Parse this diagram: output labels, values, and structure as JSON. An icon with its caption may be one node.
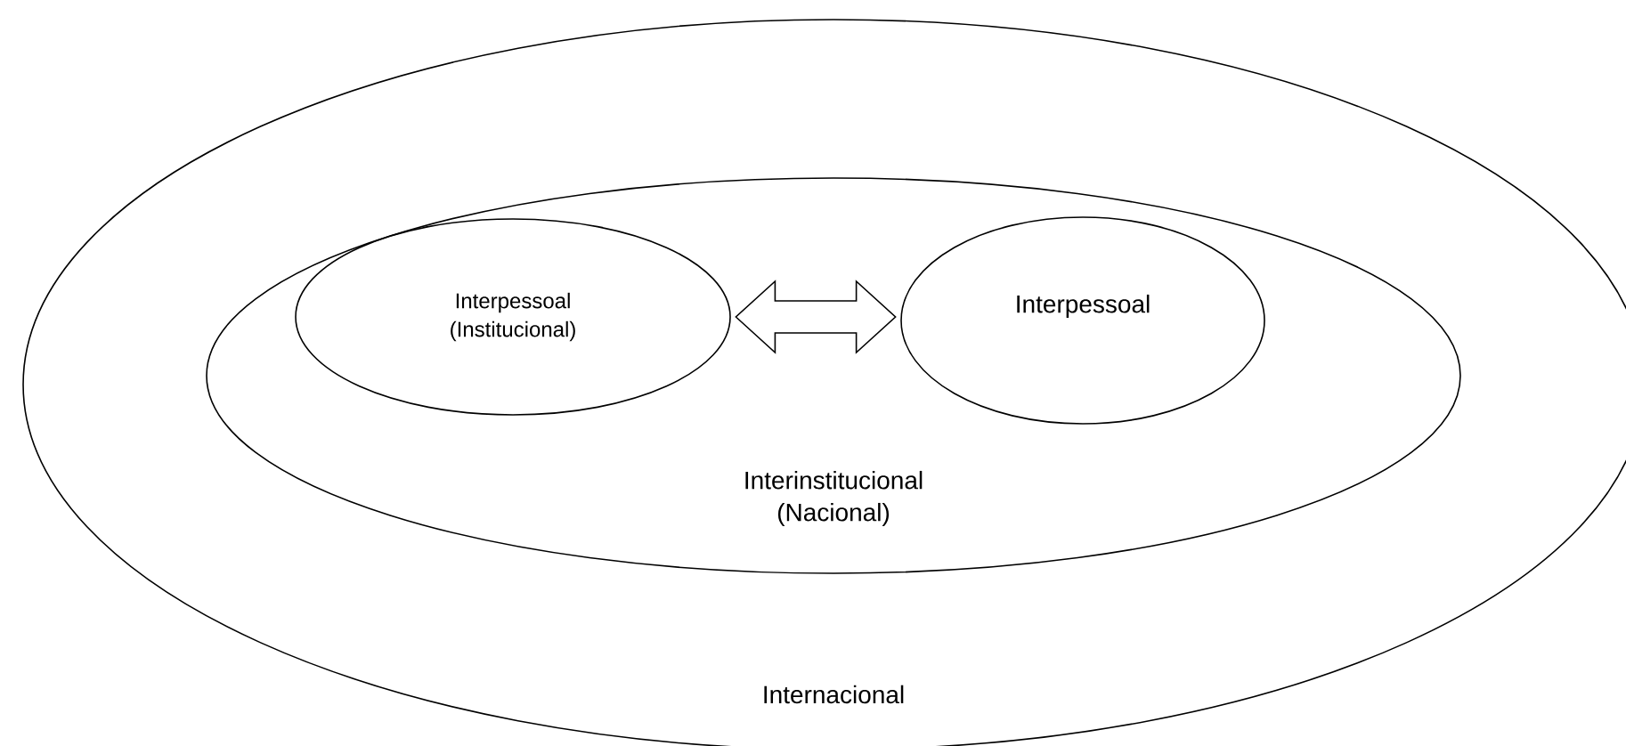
{
  "diagram": {
    "nodes": [
      {
        "text": [
          "Internacional"
        ]
      },
      {
        "text": [
          "Interinstitucional (Nacional)"
        ],
        "in": 0
      },
      {
        "text": [
          "Interpessoal (Institucional)"
        ],
        "in": 1
      },
      {
        "text": [
          "Interpessoal"
        ],
        "in": 1
      }
    ],
    "edges": [
      {
        "from": 2,
        "to": 3,
        "arrow": "both"
      }
    ]
  }
}
